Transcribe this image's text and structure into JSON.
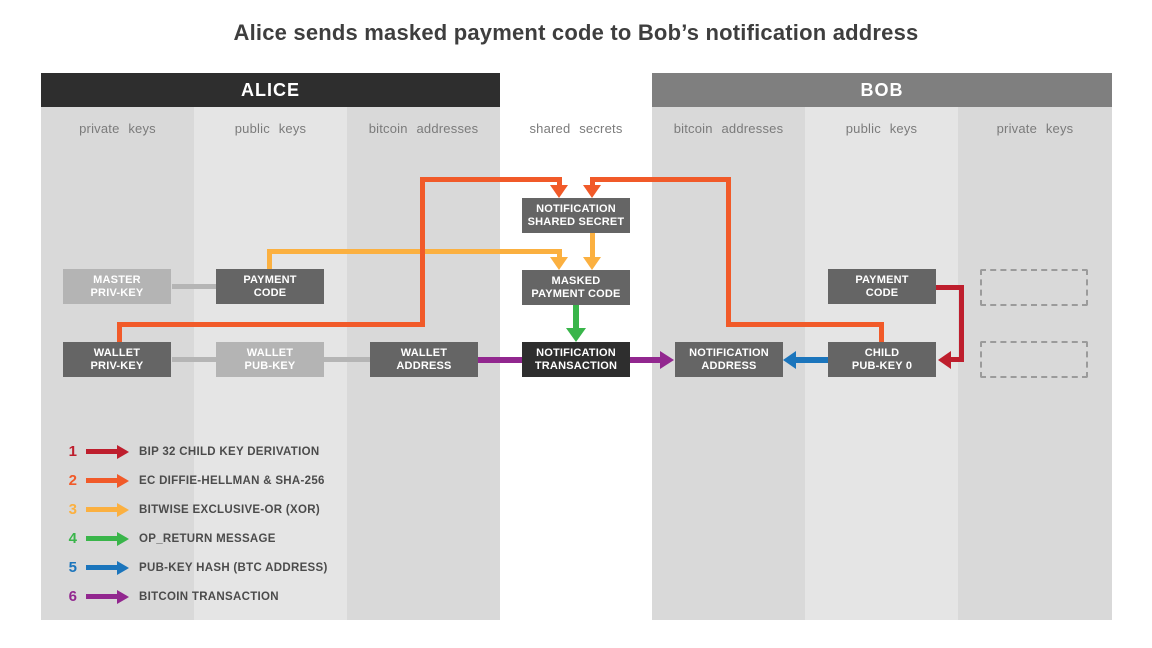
{
  "title": "Alice sends masked payment code to Bob’s notification address",
  "alice": {
    "header": "ALICE",
    "columns": [
      "private keys",
      "public keys",
      "bitcoin addresses"
    ]
  },
  "shared": {
    "column_label": "shared secrets"
  },
  "bob": {
    "header": "BOB",
    "columns": [
      "bitcoin addresses",
      "public keys",
      "private keys"
    ]
  },
  "boxes": {
    "master_priv_key": "MASTER\nPRIV-KEY",
    "payment_code_alice": "PAYMENT\nCODE",
    "wallet_priv_key": "WALLET\nPRIV-KEY",
    "wallet_pub_key": "WALLET\nPUB-KEY",
    "wallet_address": "WALLET\nADDRESS",
    "notification_shared_secret": "NOTIFICATION\nSHARED SECRET",
    "masked_payment_code": "MASKED\nPAYMENT CODE",
    "notification_transaction": "NOTIFICATION\nTRANSACTION",
    "notification_address": "NOTIFICATION\nADDRESS",
    "child_pub_key_0": "CHILD\nPUB-KEY 0",
    "payment_code_bob": "PAYMENT\nCODE"
  },
  "legend": [
    {
      "num": "1",
      "label": "BIP 32 CHILD KEY DERIVATION",
      "color": "#be1e2d"
    },
    {
      "num": "2",
      "label": "EC DIFFIE-HELLMAN & SHA-256",
      "color": "#f15a29"
    },
    {
      "num": "3",
      "label": "BITWISE EXCLUSIVE-OR (XOR)",
      "color": "#fbb040"
    },
    {
      "num": "4",
      "label": "OP_RETURN MESSAGE",
      "color": "#39b54a"
    },
    {
      "num": "5",
      "label": "PUB-KEY HASH (BTC ADDRESS)",
      "color": "#1b75bc"
    },
    {
      "num": "6",
      "label": "BITCOIN TRANSACTION",
      "color": "#92278f"
    }
  ],
  "colors": {
    "red": "#be1e2d",
    "orange": "#f15a29",
    "yellow": "#fbb040",
    "green": "#39b54a",
    "blue": "#1b75bc",
    "purple": "#92278f",
    "header_alice": "#2e2e2e",
    "header_bob": "#7f7f7f",
    "box_dark": "#656565",
    "box_light": "#b4b4b4",
    "box_darkest": "#2e2e2e",
    "column_outer": "#d9d9d9",
    "column_inner": "#e5e5e5",
    "connector_gray": "#b5b5b5"
  }
}
